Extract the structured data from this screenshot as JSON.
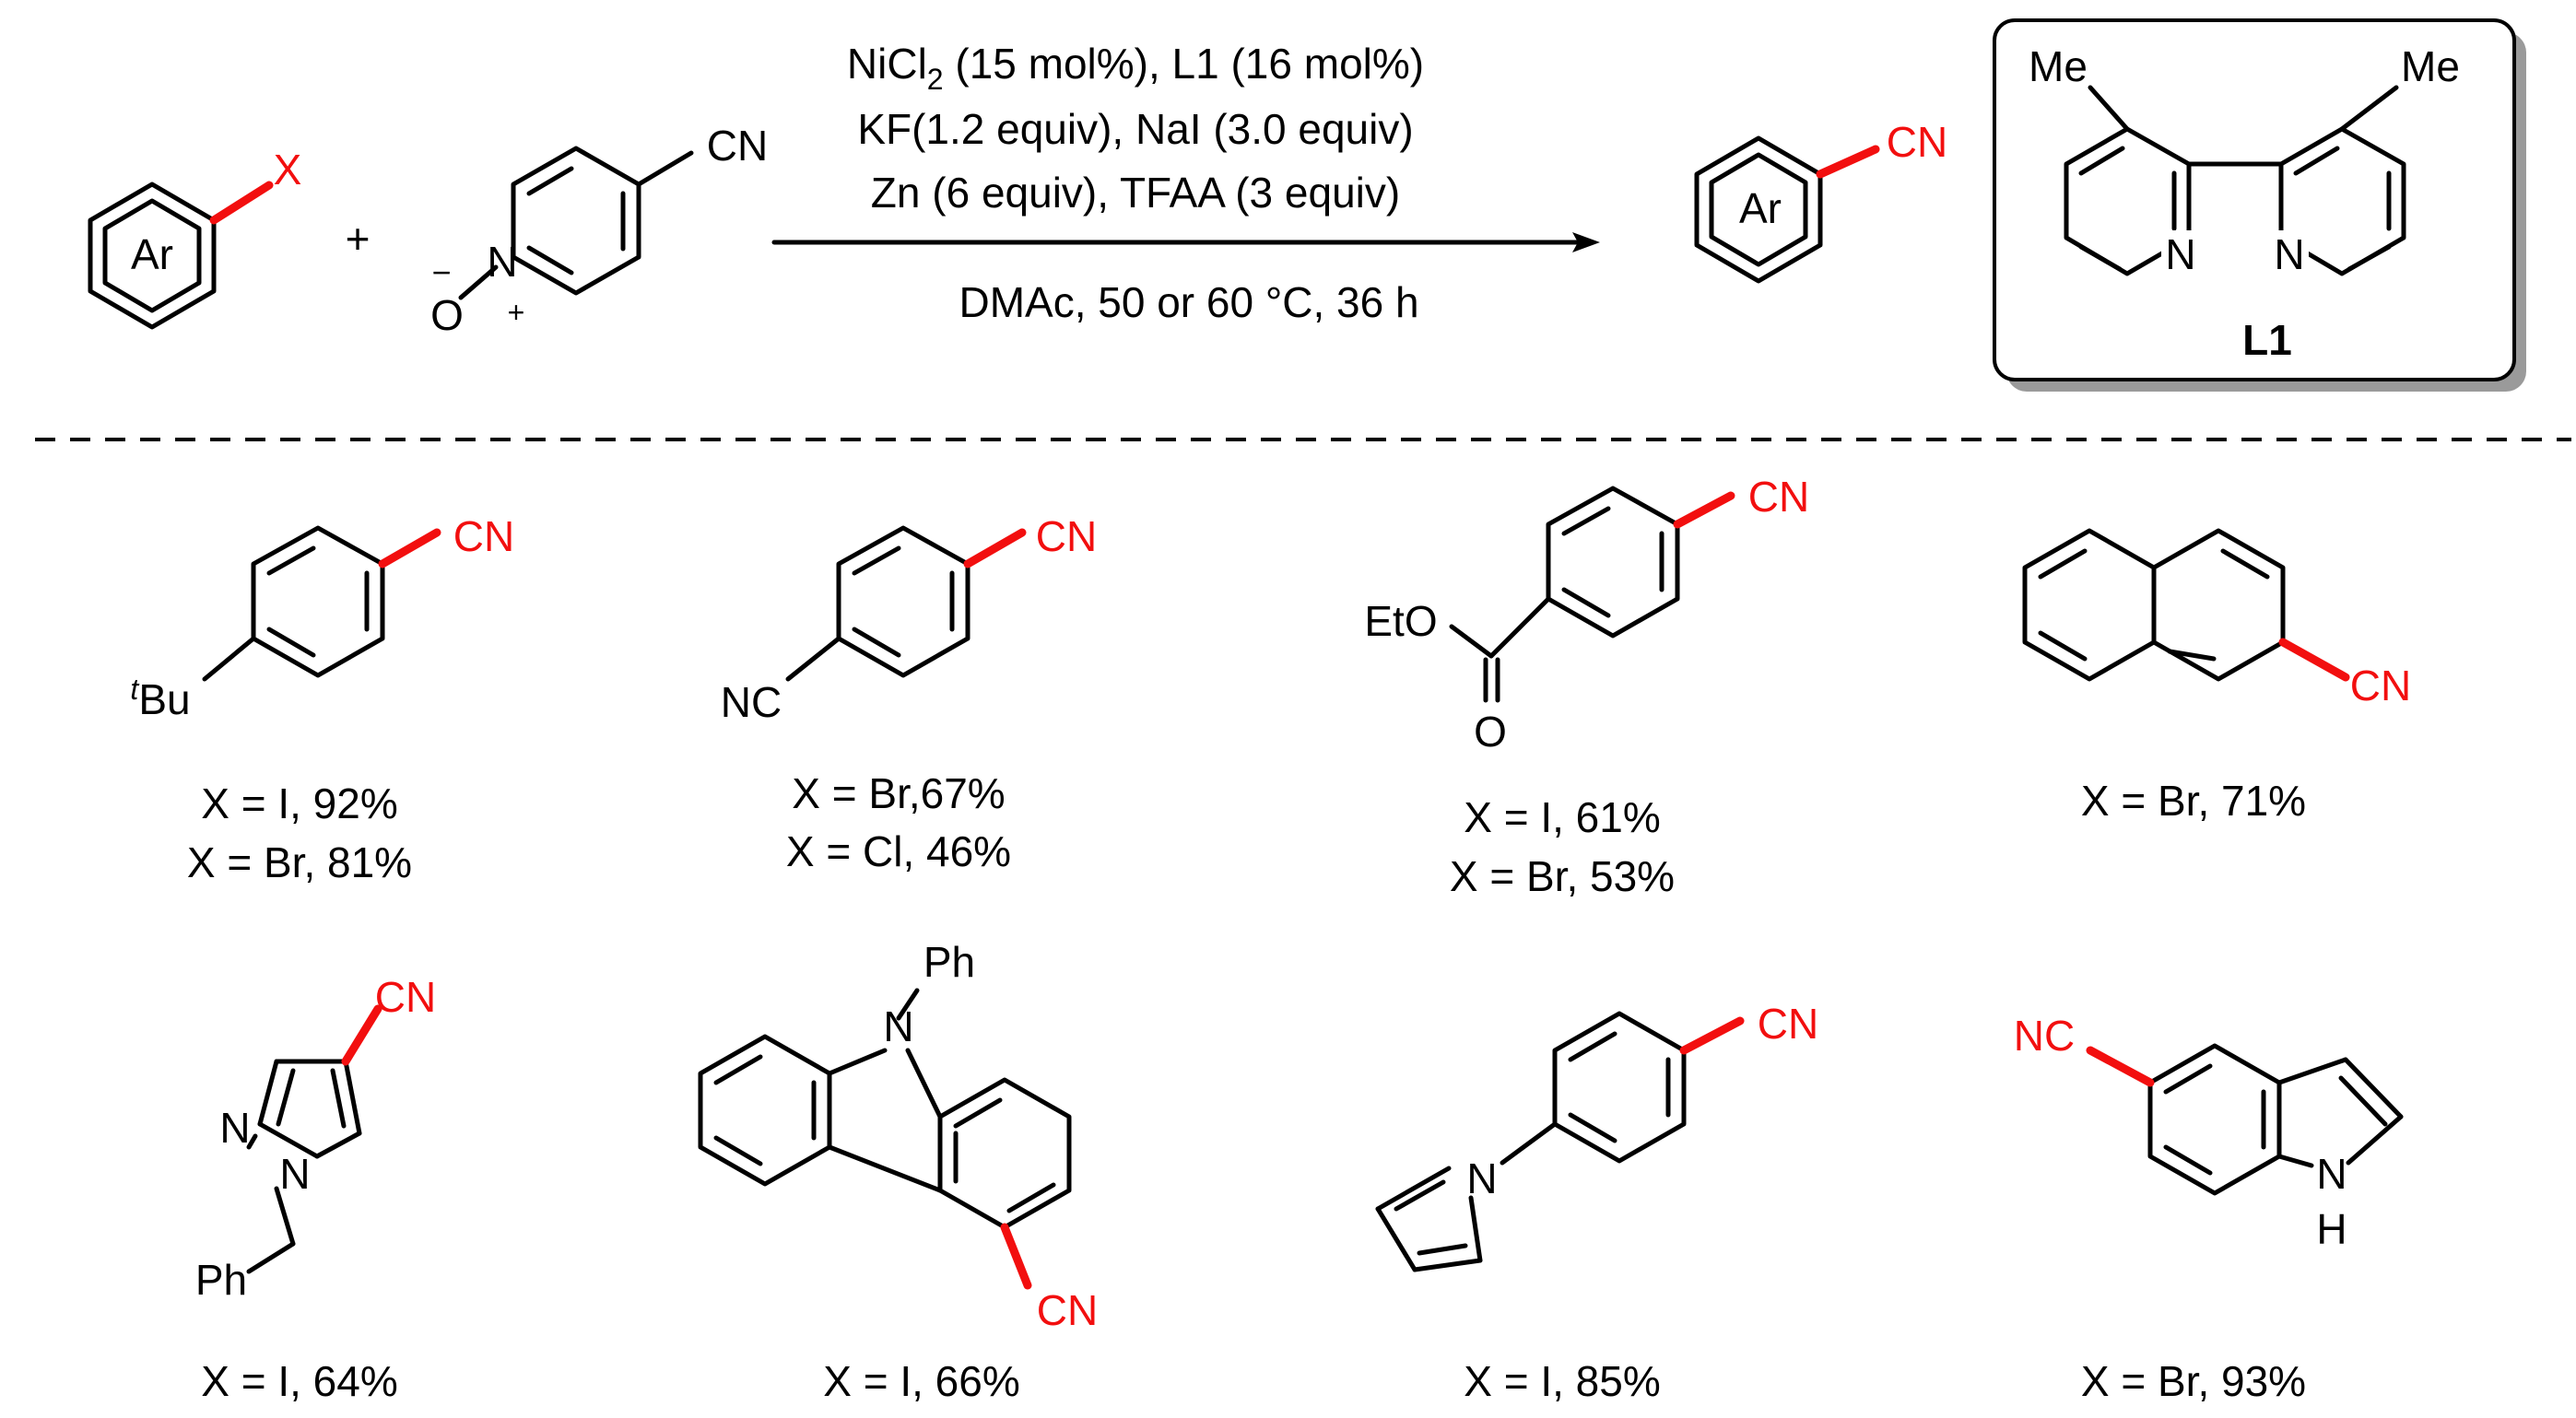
{
  "colors": {
    "new_bond": "#f20f0f",
    "ink": "#000000",
    "box_shadow": "#9a9a9a"
  },
  "reaction": {
    "aryl_halide": {
      "ring_label": "Ar",
      "leaving_group": "X"
    },
    "plus": "+",
    "cyanide_source": {
      "nitrile": "CN",
      "n_oxide_n": "N",
      "n_oxide_o": "O",
      "minus": "−",
      "plus": "+"
    },
    "conditions": {
      "line1_prefix": "NiCl",
      "line1_sub": "2",
      "line1_suffix": " (15 mol%), L1 (16 mol%)",
      "line2": "KF(1.2 equiv), NaI (3.0 equiv)",
      "line3": "Zn (6 equiv), TFAA (3 equiv)",
      "line4": "DMAc, 50 or 60 °C, 36 h"
    },
    "product": {
      "ring_label": "Ar",
      "nitrile": "CN"
    },
    "ligand": {
      "methyl_left": "Me",
      "methyl_right": "Me",
      "n_left": "N",
      "n_right": "N",
      "name": "L1"
    }
  },
  "substrates": [
    {
      "labels": {
        "nitrile": "CN",
        "substituent_sup": "t",
        "substituent": "Bu"
      },
      "yields": [
        "X = I, 92%",
        "X = Br, 81%"
      ]
    },
    {
      "labels": {
        "nitrile": "CN",
        "substituent": "NC"
      },
      "yields": [
        "X = Br,67%",
        "X = Cl, 46%"
      ]
    },
    {
      "labels": {
        "nitrile": "CN",
        "ester": "EtO",
        "carbonyl_o": "O"
      },
      "yields": [
        "X = I, 61%",
        "X = Br, 53%"
      ]
    },
    {
      "labels": {
        "nitrile": "CN"
      },
      "yields": [
        "X = Br, 71%"
      ]
    },
    {
      "labels": {
        "nitrile": "CN",
        "n1": "N",
        "n2": "N",
        "benzyl": "Ph"
      },
      "yields": [
        "X = I, 64%"
      ]
    },
    {
      "labels": {
        "nitrile": "CN",
        "n": "N",
        "phenyl": "Ph"
      },
      "yields": [
        "X = I, 66%"
      ]
    },
    {
      "labels": {
        "nitrile": "CN",
        "n": "N"
      },
      "yields": [
        "X = I, 85%"
      ]
    },
    {
      "labels": {
        "nitrile": "NC",
        "nh_n": "N",
        "nh_h": "H"
      },
      "yields": [
        "X = Br, 93%"
      ]
    }
  ]
}
